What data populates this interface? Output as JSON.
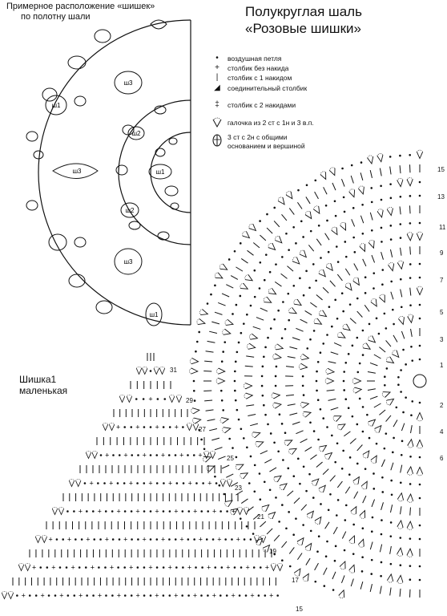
{
  "layout_note": {
    "line1": "Примерное расположение «шишек»",
    "line2": "по полотну шали"
  },
  "title": {
    "line1": "Полукруглая шаль",
    "line2": "«Розовые шишки»"
  },
  "legend": [
    {
      "symbol": "chain-dot",
      "label": "воздушная петля"
    },
    {
      "symbol": "single-crochet-plus",
      "label": "столбик без накида"
    },
    {
      "symbol": "double-crochet-bar",
      "label": "столбик с 1 накидом"
    },
    {
      "symbol": "slip-stitch-triangle",
      "label": "соединительный столбик"
    },
    {
      "symbol": "treble-crochet-bar",
      "label": "столбик с 2 накидами"
    },
    {
      "symbol": "v-stitch-icon",
      "label": "галочка из 2 ст с 1н и 3 в.п."
    },
    {
      "symbol": "cluster-icon",
      "label": "3 ст с 2н с общими",
      "label2": "основанием и вершиной"
    }
  ],
  "placement": {
    "inner_label": "ш1",
    "middle_labels": [
      "ш2",
      "ш2"
    ],
    "outer_labels": [
      "ш3",
      "ш3",
      "ш3",
      "ш1",
      "ш1"
    ]
  },
  "shawl_row_numbers": [
    "15",
    "13",
    "11",
    "9",
    "7",
    "5",
    "3",
    "1",
    "2",
    "4",
    "6"
  ],
  "cone": {
    "title_line1": "Шишка1",
    "title_line2": "маленькая",
    "row_numbers": [
      "31",
      "29",
      "27",
      "25",
      "23",
      "21",
      "19",
      "17",
      "15"
    ]
  }
}
